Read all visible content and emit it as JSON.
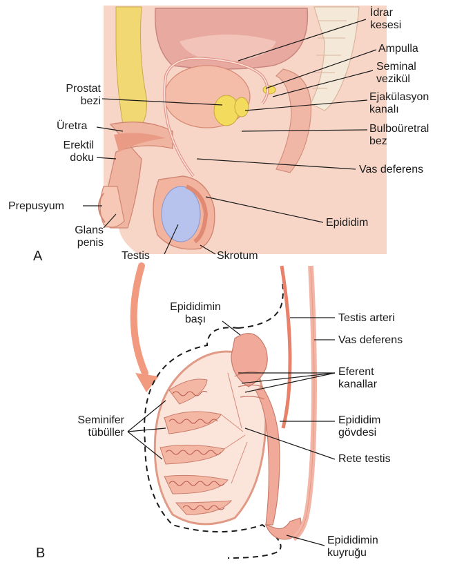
{
  "panels": {
    "a": "A",
    "b": "B"
  },
  "panel_a": {
    "idrar_kesesi": [
      "İdrar",
      "kesesi"
    ],
    "ampulla": "Ampulla",
    "seminal_vezikul": [
      "Seminal",
      "vezikül"
    ],
    "ejakulasyon_kanali": [
      "Ejakülasyon",
      "kanalı"
    ],
    "bulbouretral_bez": [
      "Bulboüretral",
      "bez"
    ],
    "vas_deferens": "Vas deferens",
    "epididim": "Epididim",
    "skrotum": "Skrotum",
    "testis": "Testis",
    "glans_penis": [
      "Glans",
      "penis"
    ],
    "prepusyum": "Prepusyum",
    "erektil_doku": [
      "Erektil",
      "doku"
    ],
    "uretra": "Üretra",
    "prostat_bezi": [
      "Prostat",
      "bezi"
    ]
  },
  "panel_b": {
    "epididimin_basi": [
      "Epididimin",
      "başı"
    ],
    "testis_arteri": "Testis arteri",
    "vas_deferens": "Vas deferens",
    "eferent_kanallar": [
      "Eferent",
      "kanallar"
    ],
    "seminifer_tubuller": [
      "Seminifer",
      "tübüller"
    ],
    "epididim_govdesi": [
      "Epididim",
      "gövdesi"
    ],
    "rete_testis": "Rete testis",
    "epididimin_kuyrugu": [
      "Epididimin",
      "kuyruğu"
    ]
  },
  "colors": {
    "tissue": "#f6c7b6",
    "tissue_dark": "#e98f78",
    "bone": "#f2d873",
    "testis_blue": "#b7c3ec",
    "artery": "#e8806a",
    "outline": "#d98a78",
    "leader": "#1a1a1a"
  }
}
